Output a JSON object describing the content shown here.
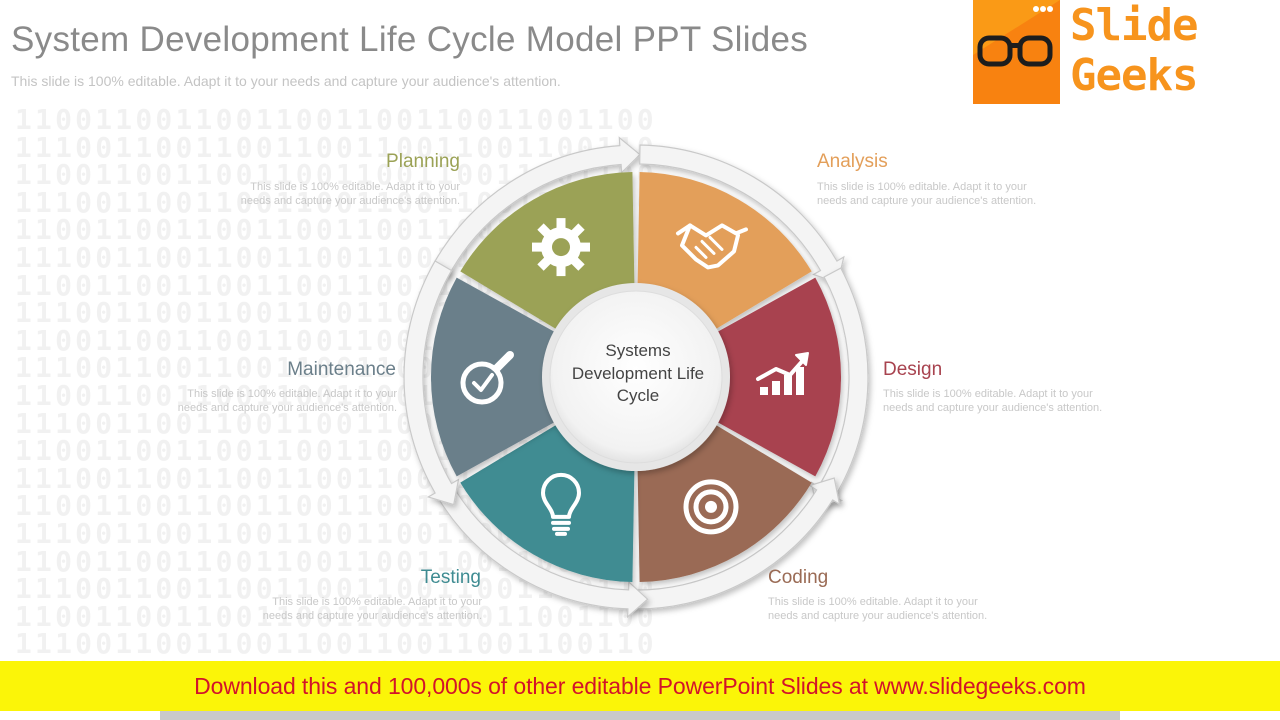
{
  "slide": {
    "title": "System Development Life Cycle Model PPT Slides",
    "subtitle": "This slide is 100% editable. Adapt it to your needs and capture your audience's attention."
  },
  "logo": {
    "word1": "Slide",
    "word2": "Geeks",
    "box_color": "#fa9a16",
    "text_color": "#f7941d"
  },
  "center": {
    "label": "Systems Development Life Cycle"
  },
  "stages": [
    {
      "name": "Planning",
      "color": "#9ba256",
      "icon": "gear-icon",
      "description": "This slide is 100% editable. Adapt it to your needs and capture your audience's attention."
    },
    {
      "name": "Analysis",
      "color": "#e39f5a",
      "icon": "handshake-icon",
      "description": "This slide is 100% editable. Adapt it to your needs and capture your audience's attention."
    },
    {
      "name": "Design",
      "color": "#a8434f",
      "icon": "growth-chart-icon",
      "description": "This slide is 100% editable. Adapt it to your needs and capture your audience's attention."
    },
    {
      "name": "Coding",
      "color": "#9a6b55",
      "icon": "target-icon",
      "description": "This slide is 100% editable. Adapt it to your needs and capture your audience's attention."
    },
    {
      "name": "Testing",
      "color": "#3f8c92",
      "icon": "lightbulb-icon",
      "description": "This slide is 100% editable. Adapt it to your needs and capture your audience's attention."
    },
    {
      "name": "Maintenance",
      "color": "#6b7f8a",
      "icon": "magnifier-check-icon",
      "description": "This slide is 100% editable. Adapt it to your needs and capture your audience's attention."
    }
  ],
  "banner": {
    "text": "Download this and 100,000s of other editable PowerPoint Slides at www.slidegeeks.com"
  }
}
